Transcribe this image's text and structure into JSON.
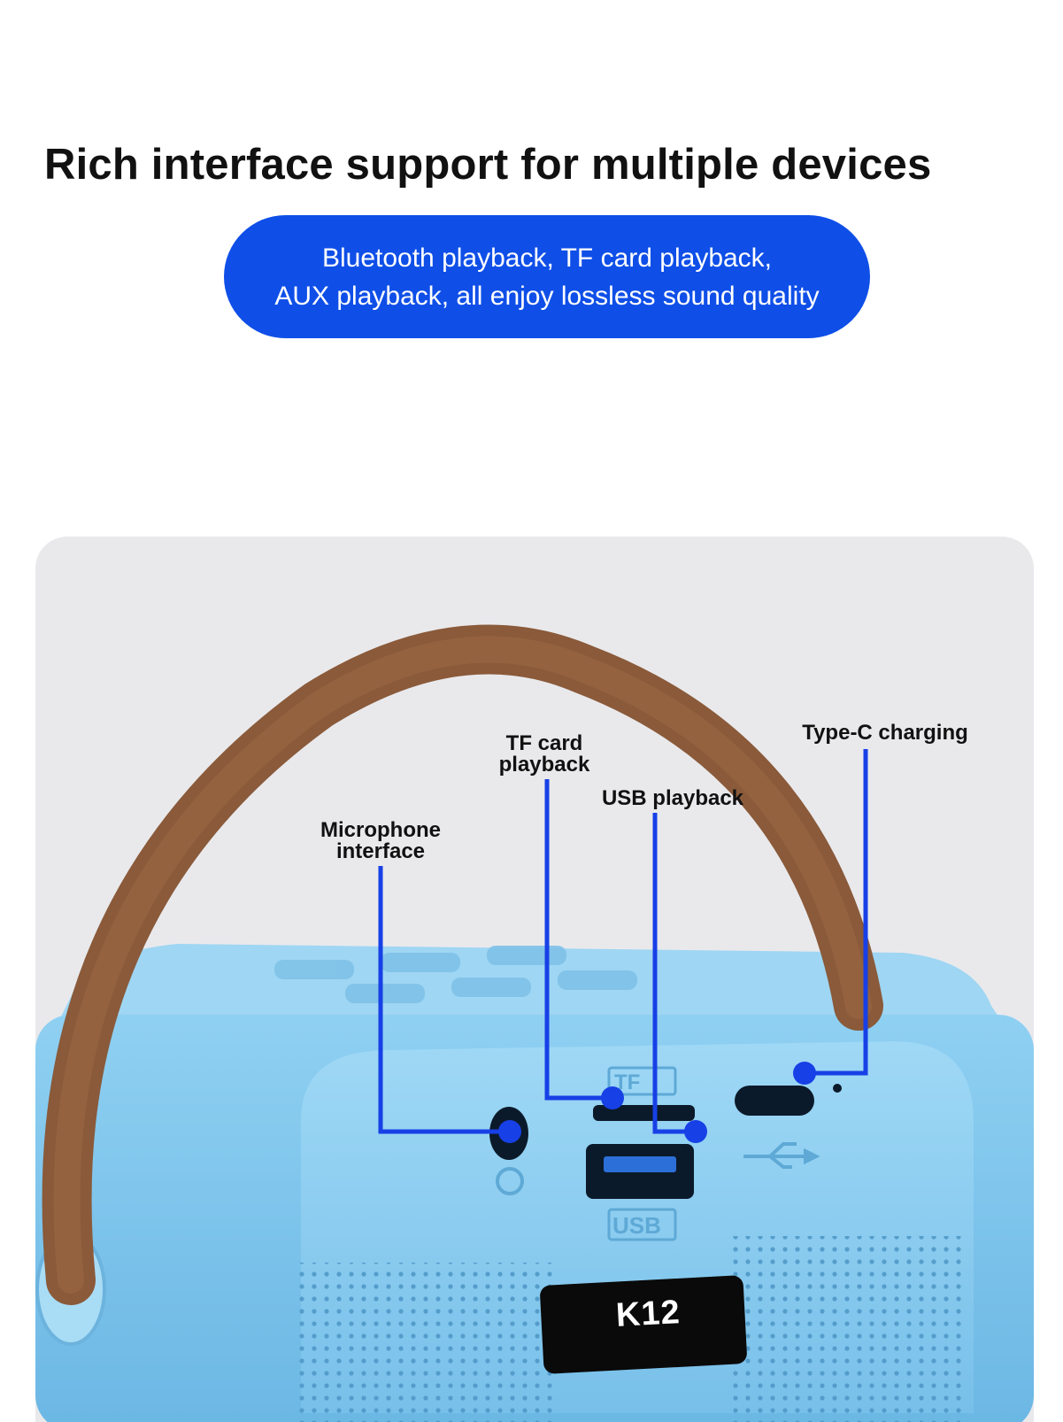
{
  "headline": "Rich interface support for multiple devices",
  "banner": {
    "line1": "Bluetooth playback, TF card playback,",
    "line2": "AUX playback, all enjoy lossless sound quality"
  },
  "callouts": {
    "microphone_line1": "Microphone",
    "microphone_line2": "interface",
    "tf_line1": "TF card",
    "tf_line2": "playback",
    "usb": "USB playback",
    "typec": "Type-C charging"
  },
  "device": {
    "port_label_tf": "TF",
    "port_label_usb": "USB",
    "display": "K12"
  },
  "colors": {
    "accent": "#0f4fe8",
    "speaker_body": "#7ec6ec",
    "strap": "#8a5a3a",
    "background_panel": "#e9e9ec"
  }
}
